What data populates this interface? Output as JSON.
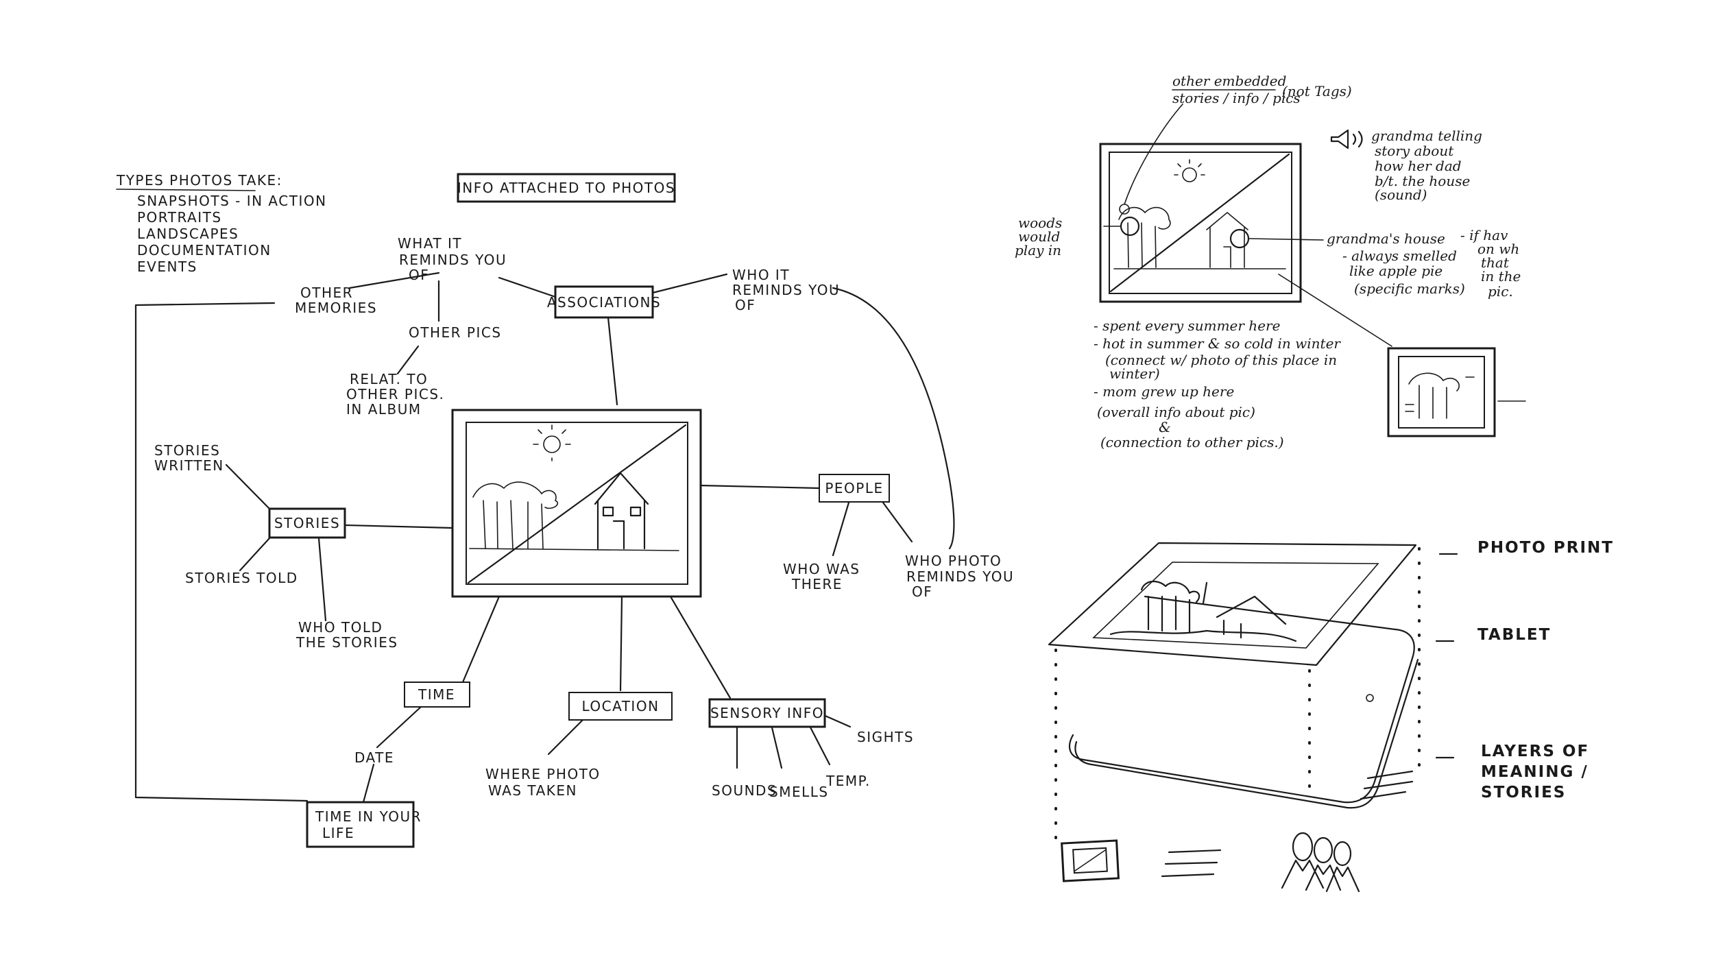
{
  "mindmap": {
    "types_title": "TYPES PHOTOS TAKE:",
    "types": [
      "SNAPSHOTS - IN ACTION",
      "PORTRAITS",
      "LANDSCAPES",
      "DOCUMENTATION",
      "EVENTS"
    ],
    "title": "INFO ATTACHED TO PHOTOS",
    "associations": "ASSOCIATIONS",
    "what_it_reminds": [
      "WHAT IT",
      "REMINDS YOU",
      "OF"
    ],
    "who_it_reminds": [
      "WHO IT",
      "REMINDS YOU",
      "OF"
    ],
    "other_memories": [
      "OTHER",
      "MEMORIES"
    ],
    "other_pics": "OTHER PICS",
    "relat": [
      "RELAT. TO",
      "OTHER PICS.",
      "IN ALBUM"
    ],
    "stories_written": [
      "STORIES",
      "WRITTEN"
    ],
    "stories": "STORIES",
    "stories_told": "STORIES TOLD",
    "who_told": [
      "WHO TOLD",
      "THE STORIES"
    ],
    "people": "PEOPLE",
    "who_was_there": [
      "WHO WAS",
      "THERE"
    ],
    "who_photo_reminds": [
      "WHO PHOTO",
      "REMINDS YOU",
      "OF"
    ],
    "time": "TIME",
    "date": "DATE",
    "time_in_life": [
      "TIME IN YOUR",
      "LIFE"
    ],
    "location": "LOCATION",
    "where_taken": [
      "WHERE PHOTO",
      "WAS TAKEN"
    ],
    "sensory": "SENSORY INFO",
    "sights": "SIGHTS",
    "sounds": "SOUNDS",
    "smells": "SMELLS",
    "temp": "TEMP."
  },
  "detail": {
    "embedded": [
      "other embedded",
      "stories / info / pics"
    ],
    "not_tags": "(not Tags)",
    "grandma_telling": [
      "grandma telling",
      "story about",
      "how her dad",
      "b/t. the house",
      "(sound)"
    ],
    "woods": [
      "woods",
      "would",
      "play in"
    ],
    "grandmas_house": "grandma's house",
    "house_notes": [
      "- always smelled",
      "like apple pie",
      "(specific marks)"
    ],
    "cut_note": [
      "- if hav",
      "on wh",
      "that",
      "in the",
      "pic."
    ],
    "notes": [
      "- spent every summer here",
      "- hot in summer & so cold in winter",
      "(connect w/ photo of this place in",
      "winter)",
      "- mom grew up here",
      "(overall info about pic)",
      "&",
      "(connection to other pics.)"
    ]
  },
  "layers": {
    "photo_print": "PHOTO PRINT",
    "tablet": "TABLET",
    "layers_of_meaning": [
      "LAYERS OF",
      "MEANING /",
      "STORIES"
    ]
  }
}
